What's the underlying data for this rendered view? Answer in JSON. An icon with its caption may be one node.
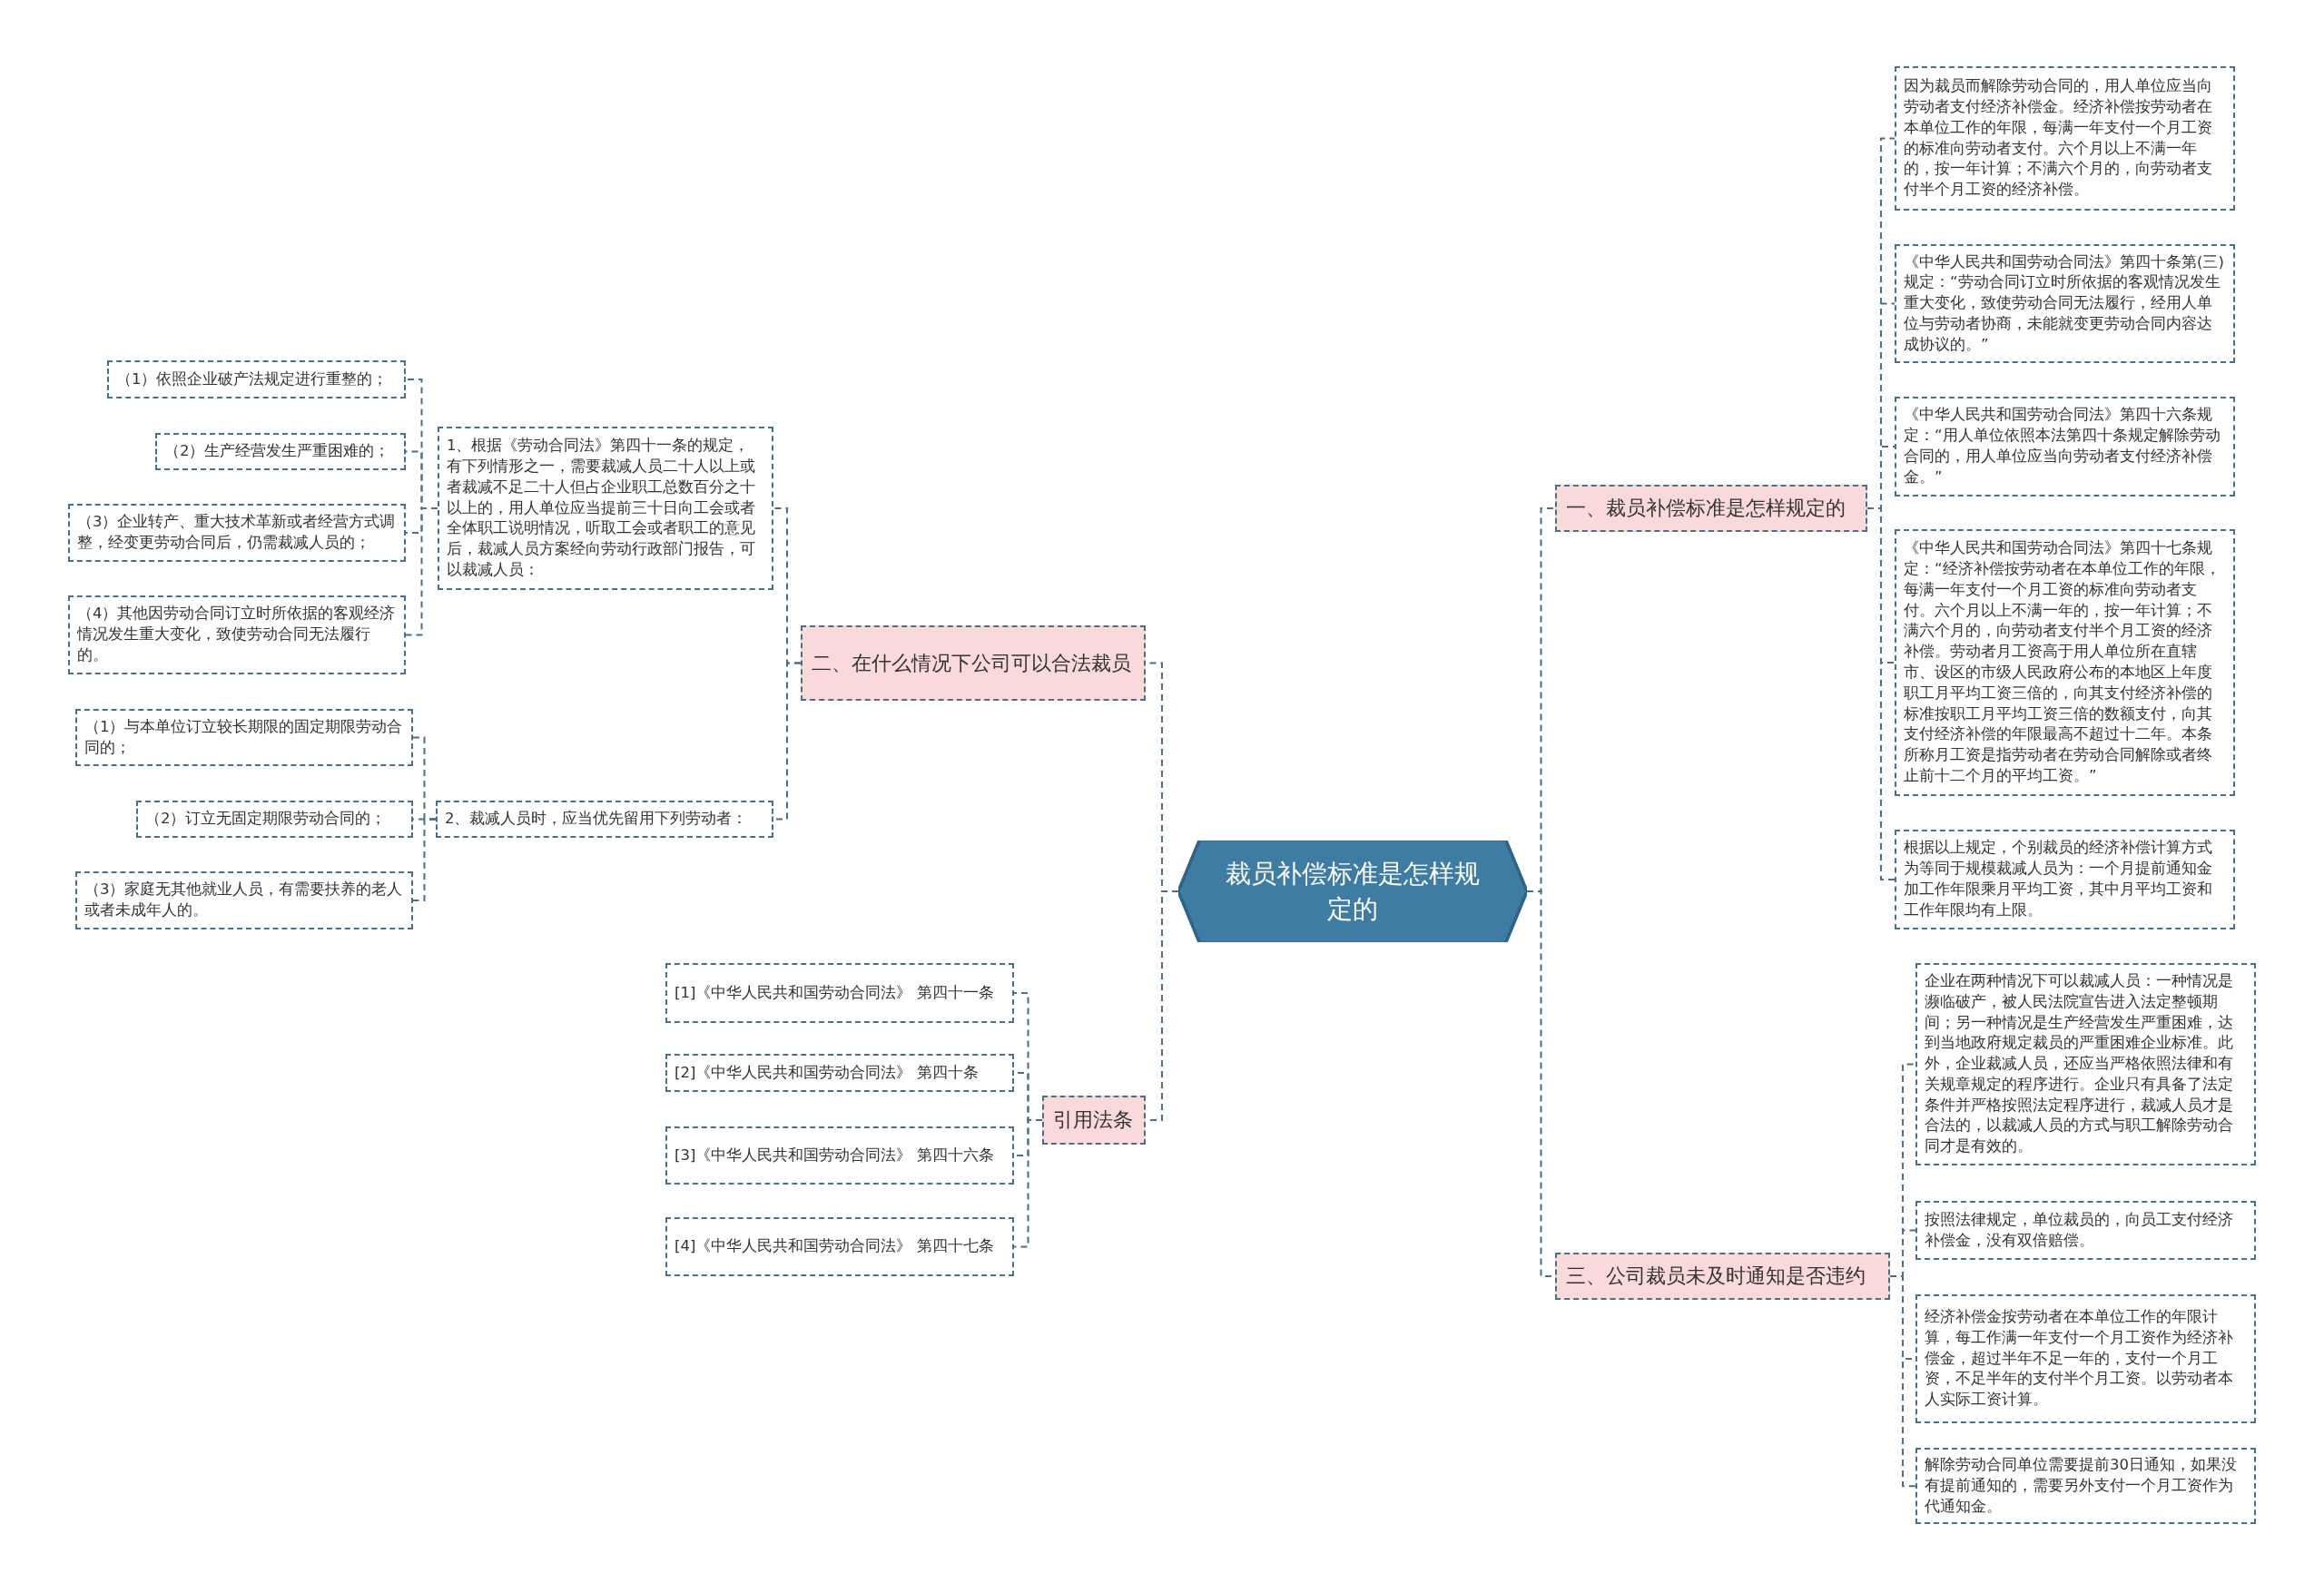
{
  "diagram": {
    "nodes": [
      {
        "text": [
          "裁员补偿标准是怎样规定的"
        ]
      },
      {
        "text": [
          "一、裁员补偿标准是怎样规定的"
        ]
      },
      {
        "text": [
          "因为裁员而解除劳动合同的，用人单位应当向劳动者支付经济补偿金。经济补偿按劳动者在本单位工作的年限，每满一年支付一个月工资的标准向劳动者支付。六个月以上不满一年的，按一年计算；不满六个月的，向劳动者支付半个月工资的经济补偿。"
        ]
      },
      {
        "text": [
          "《中华人民共和国劳动合同法》第四十条第(三)规定：“劳动合同订立时所依据的客观情况发生重大变化，致使劳动合同无法履行，经用人单位与劳动者协商，未能就变更劳动合同内容达成协议的。”"
        ]
      },
      {
        "text": [
          "《中华人民共和国劳动合同法》第四十六条规定：“用人单位依照本法第四十条规定解除劳动合同的，用人单位应当向劳动者支付经济补偿金。”"
        ]
      },
      {
        "text": [
          "《中华人民共和国劳动合同法》第四十七条规定：“经济补偿按劳动者在本单位工作的年限，每满一年支付一个月工资的标准向劳动者支付。六个月以上不满一年的，按一年计算；不满六个月的，向劳动者支付半个月工资的经济补偿。劳动者月工资高于用人单位所在直辖市、设区的市级人民政府公布的本地区上年度职工月平均工资三倍的，向其支付经济补偿的标准按职工月平均工资三倍的数额支付，向其支付经济补偿的年限最高不超过十二年。本条所称月工资是指劳动者在劳动合同解除或者终止前十二个月的平均工资。”"
        ]
      },
      {
        "text": [
          "根据以上规定，个别裁员的经济补偿计算方式为等同于规模裁减人员为：一个月提前通知金加工作年限乘月平均工资，其中月平均工资和工作年限均有上限。"
        ]
      },
      {
        "text": [
          "三、公司裁员未及时通知是否违约"
        ]
      },
      {
        "text": [
          "企业在两种情况下可以裁减人员：一种情况是濒临破产，被人民法院宣告进入法定整顿期间；另一种情况是生产经营发生严重困难，达到当地政府规定裁员的严重困难企业标准。此外，企业裁减人员，还应当严格依照法律和有关规章规定的程序进行。企业只有具备了法定条件并严格按照法定程序进行，裁减人员才是合法的，以裁减人员的方式与职工解除劳动合同才是有效的。"
        ]
      },
      {
        "text": [
          "按照法律规定，单位裁员的，向员工支付经济补偿金，没有双倍赔偿。"
        ]
      },
      {
        "text": [
          "经济补偿金按劳动者在本单位工作的年限计算，每工作满一年支付一个月工资作为经济补偿金，超过半年不足一年的，支付一个月工资，不足半年的支付半个月工资。以劳动者本人实际工资计算。"
        ]
      },
      {
        "text": [
          "解除劳动合同单位需要提前30日通知，如果没有提前通知的，需要另外支付一个月工资作为代通知金。"
        ]
      },
      {
        "text": [
          "二、在什么情况下公司可以合法裁员"
        ]
      },
      {
        "text": [
          "1、根据《劳动合同法》第四十一条的规定，有下列情形之一，需要裁减人员二十人以上或者裁减不足二十人但占企业职工总数百分之十以上的，用人单位应当提前三十日向工会或者全体职工说明情况，听取工会或者职工的意见后，裁减人员方案经向劳动行政部门报告，可以裁减人员："
        ]
      },
      {
        "text": [
          "（1）依照企业破产法规定进行重整的；"
        ]
      },
      {
        "text": [
          "（2）生产经营发生严重困难的；"
        ]
      },
      {
        "text": [
          "（3）企业转产、重大技术革新或者经营方式调整，经变更劳动合同后，仍需裁减人员的；"
        ]
      },
      {
        "text": [
          "（4）其他因劳动合同订立时所依据的客观经济情况发生重大变化，致使劳动合同无法履行的。"
        ]
      },
      {
        "text": [
          "2、裁减人员时，应当优先留用下列劳动者："
        ]
      },
      {
        "text": [
          "（1）与本单位订立较长期限的固定期限劳动合同的；"
        ]
      },
      {
        "text": [
          "（2）订立无固定期限劳动合同的；"
        ]
      },
      {
        "text": [
          "（3）家庭无其他就业人员，有需要扶养的老人或者未成年人的。"
        ]
      },
      {
        "text": [
          "引用法条"
        ]
      },
      {
        "text": [
          "[1]《中华人民共和国劳动合同法》 第四十一条"
        ]
      },
      {
        "text": [
          "[2]《中华人民共和国劳动合同法》 第四十条"
        ]
      },
      {
        "text": [
          "[3]《中华人民共和国劳动合同法》 第四十六条"
        ]
      },
      {
        "text": [
          "[4]《中华人民共和国劳动合同法》 第四十七条"
        ]
      }
    ],
    "edges": [
      {
        "from": 0,
        "to": 1,
        "arrow": "none",
        "style": "dashed"
      },
      {
        "from": 1,
        "to": 2,
        "arrow": "none",
        "style": "dashed"
      },
      {
        "from": 1,
        "to": 3,
        "arrow": "none",
        "style": "dashed"
      },
      {
        "from": 1,
        "to": 4,
        "arrow": "none",
        "style": "dashed"
      },
      {
        "from": 1,
        "to": 5,
        "arrow": "none",
        "style": "dashed"
      },
      {
        "from": 1,
        "to": 6,
        "arrow": "none",
        "style": "dashed"
      },
      {
        "from": 0,
        "to": 7,
        "arrow": "none",
        "style": "dashed"
      },
      {
        "from": 7,
        "to": 8,
        "arrow": "none",
        "style": "dashed"
      },
      {
        "from": 7,
        "to": 9,
        "arrow": "none",
        "style": "dashed"
      },
      {
        "from": 7,
        "to": 10,
        "arrow": "none",
        "style": "dashed"
      },
      {
        "from": 7,
        "to": 11,
        "arrow": "none",
        "style": "dashed"
      },
      {
        "from": 0,
        "to": 12,
        "arrow": "none",
        "style": "dashed"
      },
      {
        "from": 12,
        "to": 13,
        "arrow": "none",
        "style": "dashed"
      },
      {
        "from": 13,
        "to": 14,
        "arrow": "none",
        "style": "dashed"
      },
      {
        "from": 13,
        "to": 15,
        "arrow": "none",
        "style": "dashed"
      },
      {
        "from": 13,
        "to": 16,
        "arrow": "none",
        "style": "dashed"
      },
      {
        "from": 13,
        "to": 17,
        "arrow": "none",
        "style": "dashed"
      },
      {
        "from": 12,
        "to": 18,
        "arrow": "none",
        "style": "dashed"
      },
      {
        "from": 18,
        "to": 19,
        "arrow": "none",
        "style": "dashed"
      },
      {
        "from": 18,
        "to": 20,
        "arrow": "none",
        "style": "dashed"
      },
      {
        "from": 18,
        "to": 21,
        "arrow": "none",
        "style": "dashed"
      },
      {
        "from": 0,
        "to": 22,
        "arrow": "none",
        "style": "dashed"
      },
      {
        "from": 22,
        "to": 23,
        "arrow": "none",
        "style": "dashed"
      },
      {
        "from": 22,
        "to": 24,
        "arrow": "none",
        "style": "dashed"
      },
      {
        "from": 22,
        "to": 25,
        "arrow": "none",
        "style": "dashed"
      },
      {
        "from": 22,
        "to": 26,
        "arrow": "none",
        "style": "dashed"
      }
    ]
  }
}
